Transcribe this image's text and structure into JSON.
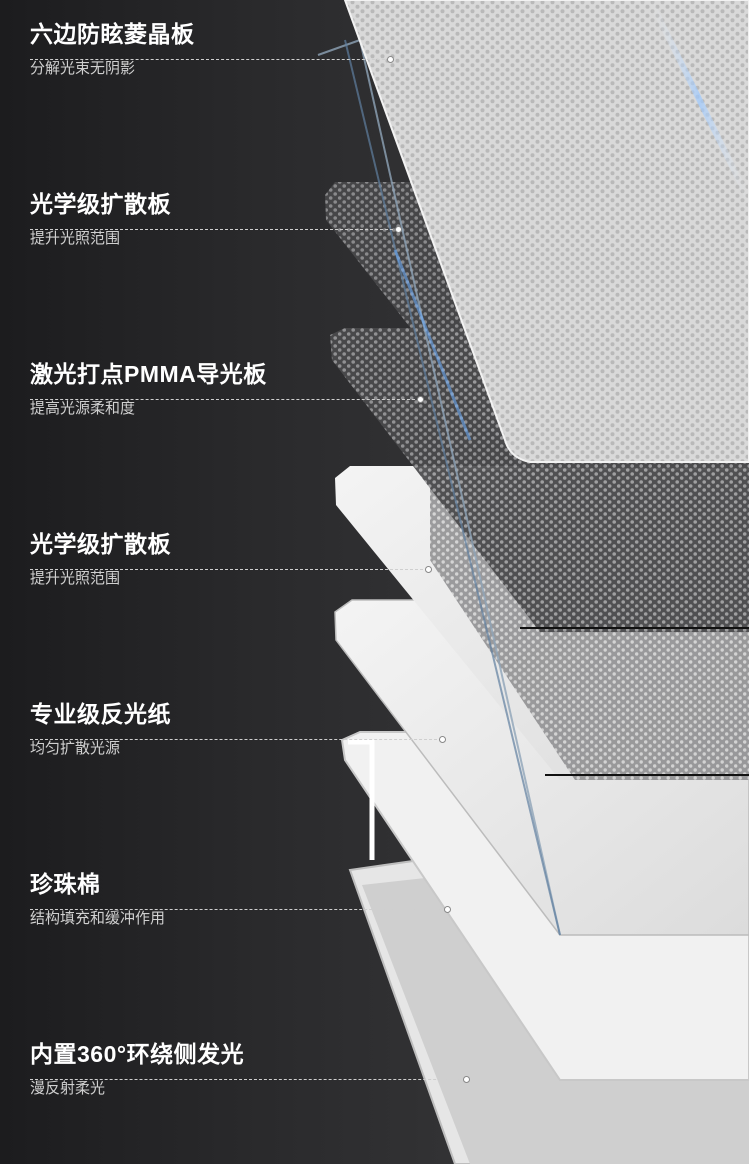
{
  "layers": [
    {
      "title": "六边防眩菱晶板",
      "subtitle": "分解光束无阴影"
    },
    {
      "title": "光学级扩散板",
      "subtitle": "提升光照范围"
    },
    {
      "title": "激光打点PMMA导光板",
      "subtitle": "提高光源柔和度"
    },
    {
      "title": "光学级扩散板",
      "subtitle": "提升光照范围"
    },
    {
      "title": "专业级反光纸",
      "subtitle": "均匀扩散光源"
    },
    {
      "title": "珍珠棉",
      "subtitle": "结构填充和缓冲作用"
    },
    {
      "title": "内置360°环绕侧发光",
      "subtitle": "漫反射柔光"
    }
  ],
  "colors": {
    "background": "#2a2a2c",
    "edge_glow": "#7fb8ff",
    "text": "#ffffff"
  }
}
